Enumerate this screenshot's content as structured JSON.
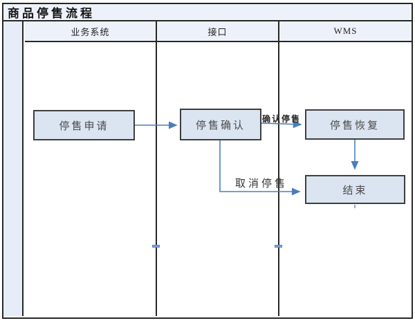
{
  "title": "商品停售流程",
  "lanes": [
    {
      "id": "business-system",
      "label": "业务系统"
    },
    {
      "id": "interface",
      "label": "接口"
    },
    {
      "id": "wms",
      "label": "WMS"
    }
  ],
  "nodes": [
    {
      "id": "apply",
      "label": "停售申请"
    },
    {
      "id": "confirm",
      "label": "停售确认"
    },
    {
      "id": "recover",
      "label": "停售恢复"
    },
    {
      "id": "end",
      "label": "结束"
    }
  ],
  "edges": [
    {
      "id": "apply-to-confirm",
      "label": ""
    },
    {
      "id": "confirm-to-recover",
      "label": "确认停售"
    },
    {
      "id": "confirm-to-end",
      "label": "取消停售"
    },
    {
      "id": "recover-to-end",
      "label": ""
    }
  ],
  "colors": {
    "frame_border": "#262626",
    "band_background": "#edf2fa",
    "gutter_background": "#e7edf8",
    "node_fill": "#dbe5f1",
    "node_border": "#3d3d3d",
    "arrow": "#4a7ebb"
  }
}
